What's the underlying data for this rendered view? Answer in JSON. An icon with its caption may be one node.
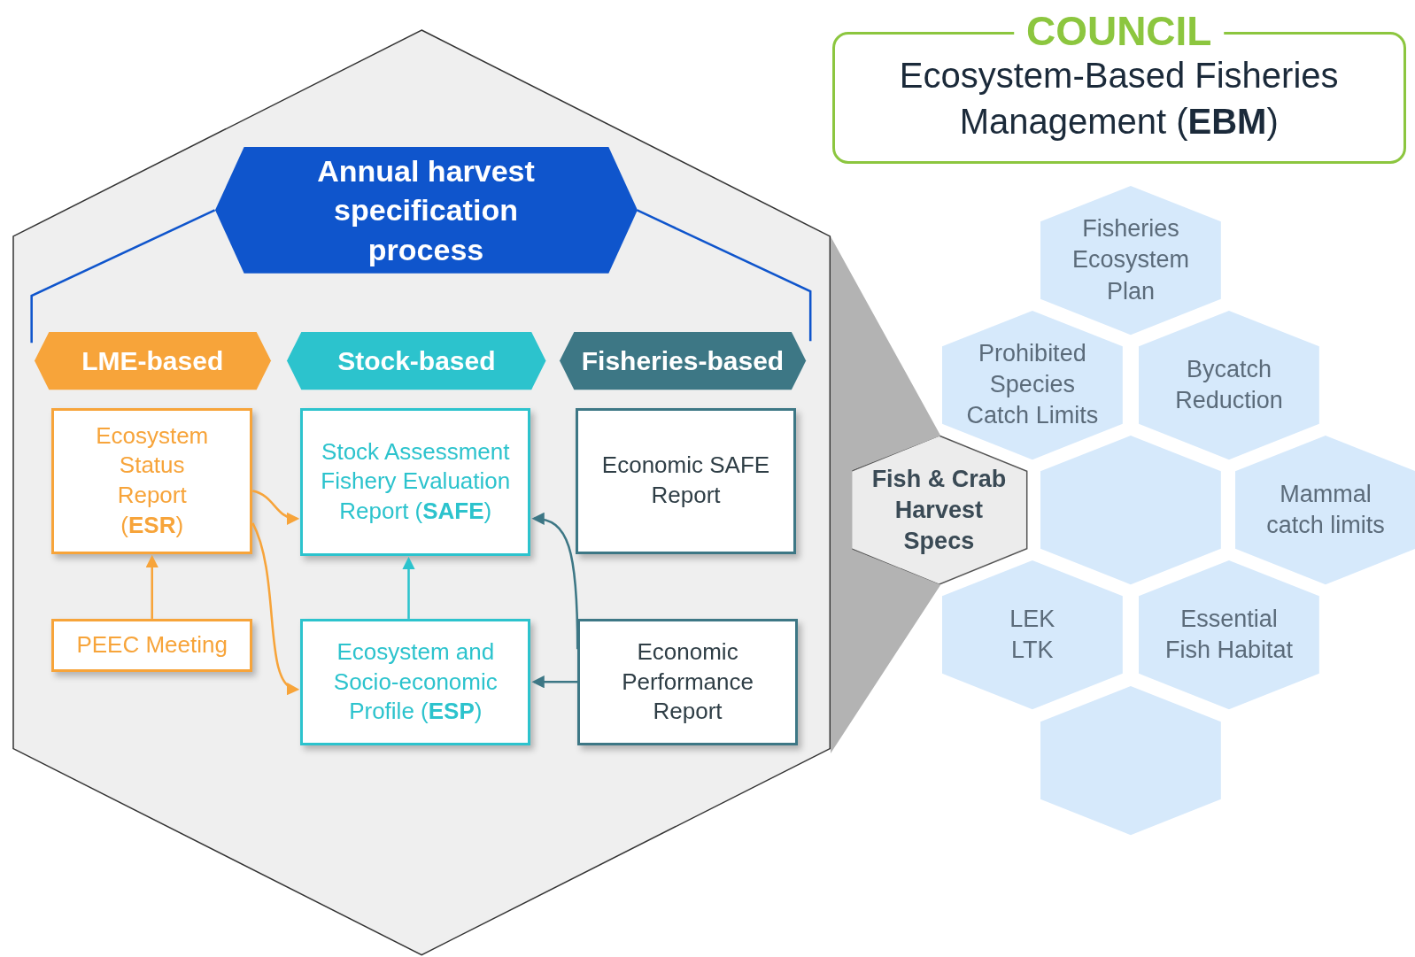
{
  "diagram": {
    "nodes": [
      {
        "text": [],
        "shape": "hexagon"
      },
      {
        "text": [
          "Annual harvest specification process"
        ],
        "in": 0
      },
      {
        "text": [
          "LME-based"
        ],
        "in": 0
      },
      {
        "text": [
          "Stock-based"
        ],
        "in": 0
      },
      {
        "text": [
          "Fisheries-based"
        ],
        "in": 0
      },
      {
        "text": [
          "Ecosystem Status Report (**ESR**)"
        ],
        "in": 0
      },
      {
        "text": [
          "Stock Assessment Fishery Evaluation Report (**SAFE**)"
        ],
        "in": 0
      },
      {
        "text": [
          "Economic SAFE Report"
        ],
        "in": 0
      },
      {
        "text": [
          "PEEC Meeting"
        ],
        "in": 0
      },
      {
        "text": [
          "Ecosystem and Socio-economic Profile (**ESP**)"
        ],
        "in": 0
      },
      {
        "text": [
          "Economic Performance Report"
        ],
        "in": 0
      },
      {
        "text": [
          "COUNCIL",
          "Ecosystem-Based Fisheries Management (**EBM**)"
        ]
      },
      {
        "text": [
          "Fisheries Ecosystem Plan"
        ]
      },
      {
        "text": [
          "Prohibited Species Catch Limits"
        ]
      },
      {
        "text": [
          "Bycatch Reduction"
        ]
      },
      {
        "text": [
          "Fish & Crab Harvest Specs"
        ]
      },
      {
        "text": [],
        "shape": "hexagon"
      },
      {
        "text": [
          "Mammal catch limits"
        ]
      },
      {
        "text": [
          "LEK LTK"
        ]
      },
      {
        "text": [
          "Essential Fish Habitat"
        ]
      },
      {
        "text": [],
        "shape": "hexagon"
      },
      {
        "text": [],
        "shape": "funnel"
      }
    ],
    "edges": [
      {
        "from": 8,
        "to": 5,
        "arrow": "to",
        "color": "#f7a43a"
      },
      {
        "from": 5,
        "to": 6,
        "arrow": "to",
        "color": "#f7a43a"
      },
      {
        "from": 5,
        "to": 9,
        "arrow": "to",
        "color": "#f7a43a"
      },
      {
        "from": 9,
        "to": 6,
        "arrow": "to",
        "color": "#2cc3cd"
      },
      {
        "from": 10,
        "to": 6,
        "arrow": "to",
        "color": "#3d7785"
      },
      {
        "from": 10,
        "to": 9,
        "arrow": "to",
        "color": "#3d7785"
      }
    ]
  }
}
